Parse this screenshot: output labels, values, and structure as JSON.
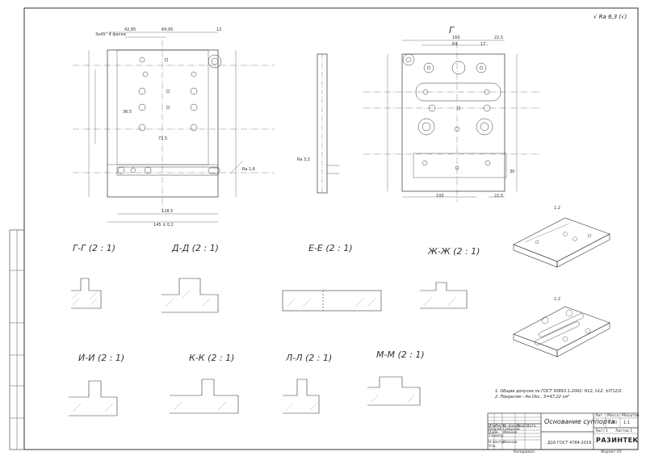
{
  "roughness": "√ Ra 6,3 (√)",
  "top_section_letter": "Г",
  "sections": {
    "g": "Г-Г (2 : 1)",
    "d": "Д-Д (2 : 1)",
    "e": "Е-Е (2 : 1)",
    "zh": "Ж-Ж (2 : 1)",
    "i": "И-И (2 : 1)",
    "k": "К-К (2 : 1)",
    "l": "Л-Л (2 : 1)",
    "m": "М-М (2 : 1)"
  },
  "iso_labels": {
    "v1": "1:2",
    "v2": "1:2"
  },
  "notes": [
    "1. Общие допуски по ГОСТ 30893.1-2002: H12, h12, ±IT12/2.",
    "2. Покрытие - Ан.Окс., S=47,22 см²"
  ],
  "title_block": {
    "part_name": "Основание суппорта",
    "standard": "Д16 ГОСТ 4784-2019",
    "brand": "РАЗИНТЕК",
    "mass": "0.90",
    "scale": "1:1",
    "sheet": "Лист 1",
    "sheets": "Листов 1",
    "copied": "Копировал",
    "format": "Формат А3",
    "cols": [
      "Изм",
      "Лист",
      "№ докум.",
      "Подп.",
      "Дата"
    ],
    "roles": [
      "Разраб.",
      "Пров.",
      "Т.контр.",
      "Н.контр.",
      "Утв."
    ],
    "names": [
      "Смирнов",
      "Иванов",
      "",
      "Иванов",
      ""
    ],
    "heads": [
      "Лит.",
      "Масса",
      "Масштаб"
    ]
  },
  "dims": {
    "d42": "42,85",
    "d64": "64,95",
    "d12": "12",
    "d160": "160",
    "d225": "22,5",
    "d64b": "64",
    "d17": "17",
    "d1455": "145 ± 0,2",
    "d1285": "128,5",
    "d725": "72,5",
    "d365": "36,5",
    "d100": "100",
    "d225b": "22,5",
    "d30": "30",
    "chamfer": "3x45° 4 фаски",
    "ra32": "Ra 3,2",
    "ra16": "Ra 1,6"
  }
}
